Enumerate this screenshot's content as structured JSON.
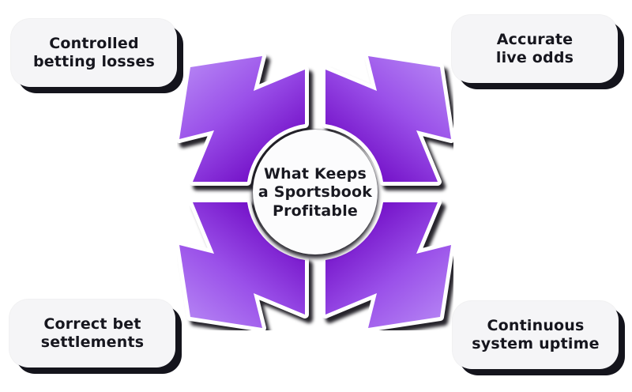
{
  "center": {
    "title": "What Keeps\na Sportsbook\nProfitable"
  },
  "cards": [
    {
      "id": "top-left",
      "label": "Controlled\nbetting losses"
    },
    {
      "id": "top-right",
      "label": "Accurate\nlive odds"
    },
    {
      "id": "bottom-left",
      "label": "Correct bet\nsettlements"
    },
    {
      "id": "bottom-right",
      "label": "Continuous\nsystem uptime"
    }
  ],
  "arrows": {
    "directions": [
      "top-left",
      "top-right",
      "bottom-left",
      "bottom-right"
    ]
  },
  "colors": {
    "background": "#ffffff",
    "arrow_light": "#b584f4",
    "arrow_mid": "#9a50e9",
    "arrow_dark": "#6d06c2",
    "arrow_outline": "#ffffff",
    "card_bg": "#f5f5f7",
    "shadow": "#14141c",
    "text": "#16161e",
    "circle_bg": "#fcfcfd"
  }
}
